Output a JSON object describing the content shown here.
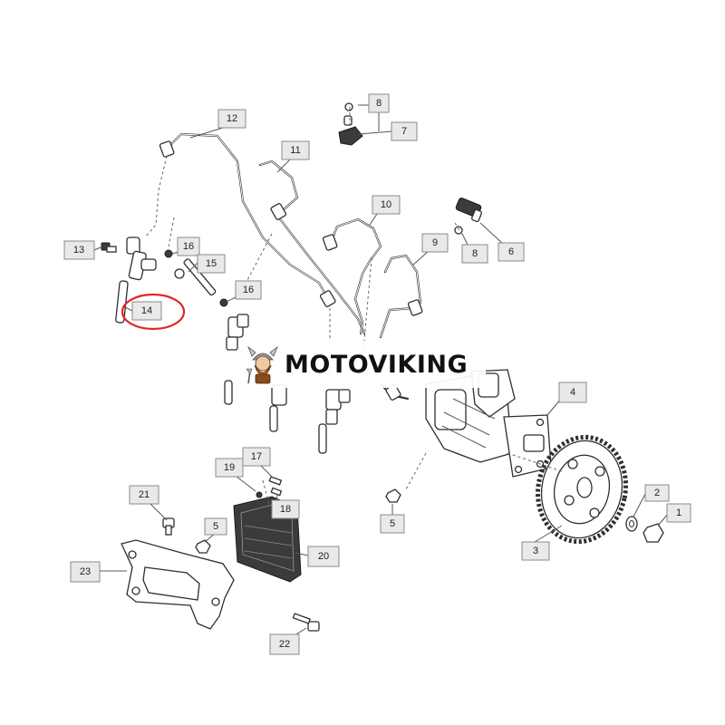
{
  "watermark": {
    "brand": "MOTOVIKING",
    "logo_icon": "viking-mascot-icon"
  },
  "callouts": [
    {
      "id": "1",
      "label": "1"
    },
    {
      "id": "2",
      "label": "2"
    },
    {
      "id": "3",
      "label": "3"
    },
    {
      "id": "4",
      "label": "4"
    },
    {
      "id": "5",
      "label": "5"
    },
    {
      "id": "5b",
      "label": "5"
    },
    {
      "id": "6",
      "label": "6"
    },
    {
      "id": "7",
      "label": "7"
    },
    {
      "id": "8",
      "label": "8"
    },
    {
      "id": "8b",
      "label": "8"
    },
    {
      "id": "9",
      "label": "9"
    },
    {
      "id": "10",
      "label": "10"
    },
    {
      "id": "11",
      "label": "11"
    },
    {
      "id": "12",
      "label": "12"
    },
    {
      "id": "13",
      "label": "13"
    },
    {
      "id": "14",
      "label": "14"
    },
    {
      "id": "15",
      "label": "15"
    },
    {
      "id": "16",
      "label": "16"
    },
    {
      "id": "16b",
      "label": "16"
    },
    {
      "id": "17",
      "label": "17"
    },
    {
      "id": "18",
      "label": "18"
    },
    {
      "id": "19",
      "label": "19"
    },
    {
      "id": "20",
      "label": "20"
    },
    {
      "id": "21",
      "label": "21"
    },
    {
      "id": "22",
      "label": "22"
    },
    {
      "id": "23",
      "label": "23"
    }
  ],
  "highlight": {
    "callout": "14",
    "color": "#e0262b"
  }
}
